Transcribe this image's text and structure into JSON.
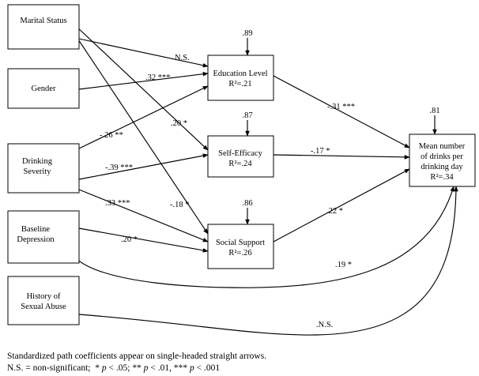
{
  "nodes": {
    "marital": {
      "lines": [
        "Marital Status"
      ]
    },
    "gender": {
      "lines": [
        "Gender"
      ]
    },
    "drinking": {
      "lines": [
        "Drinking",
        "Severity"
      ]
    },
    "baseline": {
      "lines": [
        "Baseline",
        "Depression"
      ]
    },
    "abuse": {
      "lines": [
        "History of",
        "Sexual Abuse"
      ]
    },
    "education": {
      "lines": [
        "Education Level",
        "R²=.21"
      ],
      "residual": ".89"
    },
    "selfeff": {
      "lines": [
        "Self-Efficacy",
        "R²=.24"
      ],
      "residual": ".87"
    },
    "social": {
      "lines": [
        "Social Support",
        "R²=.26"
      ],
      "residual": ".86"
    },
    "outcome": {
      "lines": [
        "Mean number",
        "of drinks per",
        "drinking day",
        "R²=.34"
      ],
      "residual": ".81"
    }
  },
  "paths": [
    {
      "id": "marital-education",
      "from": "marital",
      "to": "education",
      "label": "N.S."
    },
    {
      "id": "marital-selfeff",
      "from": "marital",
      "to": "selfeff",
      "label": ".20 *"
    },
    {
      "id": "marital-social",
      "from": "marital",
      "to": "social",
      "label": "-.18 *"
    },
    {
      "id": "gender-education",
      "from": "gender",
      "to": "education",
      "label": ".32 ***"
    },
    {
      "id": "drinking-education",
      "from": "drinking",
      "to": "education",
      "label": "-.26 **"
    },
    {
      "id": "drinking-selfeff",
      "from": "drinking",
      "to": "selfeff",
      "label": "-.39 ***"
    },
    {
      "id": "drinking-social",
      "from": "drinking",
      "to": "social",
      "label": ".33 ***"
    },
    {
      "id": "baseline-social",
      "from": "baseline",
      "to": "social",
      "label": ".20 *"
    },
    {
      "id": "education-outcome",
      "from": "education",
      "to": "outcome",
      "label": "-.31 ***"
    },
    {
      "id": "selfeff-outcome",
      "from": "selfeff",
      "to": "outcome",
      "label": "-.17 *"
    },
    {
      "id": "social-outcome",
      "from": "social",
      "to": "outcome",
      "label": ".22 *"
    },
    {
      "id": "baseline-outcome",
      "from": "baseline",
      "to": "outcome",
      "label": ".19 *"
    },
    {
      "id": "abuse-outcome",
      "from": "abuse",
      "to": "outcome",
      "label": ".N.S."
    }
  ],
  "footnote": {
    "line1": "Standardized path coefficients appear on single-headed straight arrows.",
    "line2_segments": [
      {
        "text": "N.S. = non-significant;  * ",
        "italic": false
      },
      {
        "text": "p",
        "italic": true
      },
      {
        "text": " < .05; ** ",
        "italic": false
      },
      {
        "text": "p",
        "italic": true
      },
      {
        "text": " < .01, *** ",
        "italic": false
      },
      {
        "text": "p",
        "italic": true
      },
      {
        "text": " < .001",
        "italic": false
      }
    ]
  }
}
